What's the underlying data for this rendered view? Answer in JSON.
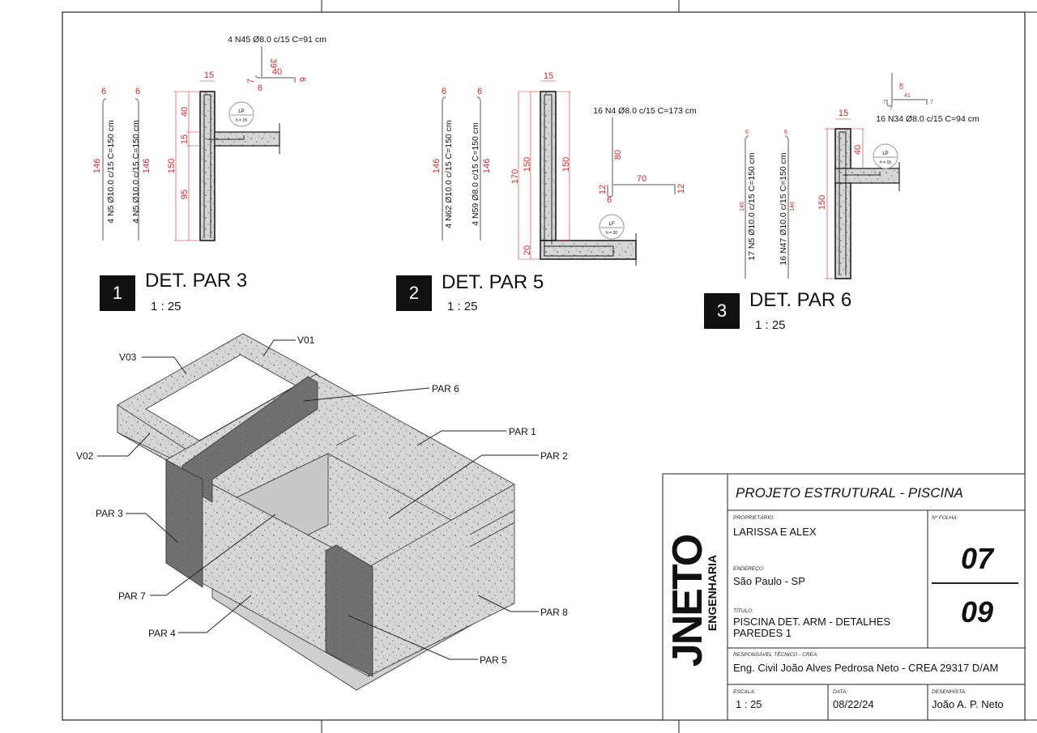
{
  "details": [
    {
      "number": "1",
      "title": "DET. PAR 3",
      "scale": "1 : 25",
      "bars": [
        "4 N5 Ø10.0 c/15 C=150 cm",
        "4 N5 Ø10.0 c/15 C=150 cm"
      ],
      "bar_dims": [
        "6",
        "6",
        "146",
        "146"
      ],
      "section_dims": [
        "15",
        "40",
        "15",
        "150",
        "95"
      ],
      "stirrup": {
        "label": "4 N45 Ø8.0 c/15 C=91 cm",
        "dims": [
          "39",
          "40",
          "7",
          "6",
          "6"
        ]
      },
      "slab_tag": {
        "name": "LP",
        "h": "h = 15"
      }
    },
    {
      "number": "2",
      "title": "DET. PAR 5",
      "scale": "1 : 25",
      "bars": [
        "4 N62 Ø10.0 c/15 C=150 cm",
        "4 N59 Ø8.0 c/15 C=150 cm"
      ],
      "bar_dims": [
        "6",
        "6",
        "146",
        "146"
      ],
      "section_dims": [
        "15",
        "170",
        "150",
        "150",
        "20"
      ],
      "stirrup": {
        "label": "16 N4 Ø8.0 c/15 C=173 cm",
        "dims": [
          "80",
          "70",
          "12",
          "6",
          "12"
        ]
      },
      "slab_tag": {
        "name": "LF",
        "h": "h = 20"
      }
    },
    {
      "number": "3",
      "title": "DET. PAR 6",
      "scale": "1 : 25",
      "bars": [
        "17 N5 Ø10.0 c/15 C=150 cm",
        "16 N47 Ø10.0 c/15 C=150 cm"
      ],
      "bar_dims": [
        "6",
        "6",
        "146",
        "146"
      ],
      "section_dims": [
        "15",
        "40",
        "150"
      ],
      "stirrup": {
        "label": "16 N34 Ø8.0 c/15 C=94 cm",
        "dims": [
          "40",
          "41",
          "7",
          "7",
          "7"
        ]
      },
      "slab_tag": {
        "name": "LP",
        "h": "h = 15"
      }
    }
  ],
  "iso_labels": [
    "V01",
    "V03",
    "PAR 6",
    "PAR 1",
    "V02",
    "PAR 2",
    "PAR 3",
    "PAR 7",
    "PAR 8",
    "PAR 4",
    "PAR 5"
  ],
  "title_block": {
    "logo": "JNETO ENGENHARIA",
    "project": "PROJETO ESTRUTURAL - PISCINA",
    "owner_label": "PROPRIETÁRIO:",
    "owner": "LARISSA E ALEX",
    "address_label": "ENDEREÇO:",
    "address": "São Paulo - SP",
    "title_label": "TÍTULO:",
    "title_line1": "PISCINA DET. ARM - DETALHES",
    "title_line2": "PAREDES 1",
    "sheet_label": "Nº FOLHA:",
    "sheet": "07",
    "sheet_total": "09",
    "resp_label": "RESPONSÁVEL TÉCNICO - CREA:",
    "resp": "Eng. Civil João Alves Pedrosa Neto -  CREA 29317 D/AM",
    "scale_label": "ESCALA:",
    "scale": "1 : 25",
    "date_label": "DATA:",
    "date": "08/22/24",
    "drafter_label": "DESENHISTA:",
    "drafter": "João A. P. Neto"
  },
  "colors": {
    "dimension": "#d8262a",
    "concrete": "#d4d4d4",
    "dark_wall": "#6f6f6f"
  }
}
